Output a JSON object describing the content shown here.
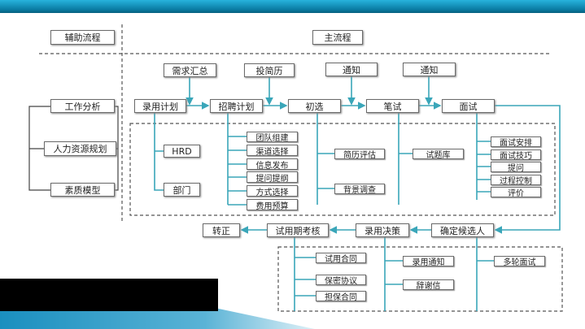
{
  "sections": {
    "aux": "辅助流程",
    "main": "主流程"
  },
  "aux_items": [
    "工作分析",
    "人力资源规划",
    "素质模型"
  ],
  "inputs": [
    "需求汇总",
    "投简历",
    "通知",
    "通知"
  ],
  "main_steps": [
    "录用计划",
    "招聘计划",
    "初选",
    "笔试",
    "面试"
  ],
  "plan_sub": [
    "HRD",
    "部门"
  ],
  "recruit_sub": [
    "团队组建",
    "渠道选择",
    "信息发布",
    "提问提纲",
    "方式选择",
    "费用预算"
  ],
  "screen_sub": [
    "简历评估",
    "背景调查"
  ],
  "exam_sub": [
    "试题库"
  ],
  "interview_sub": [
    "面试安排",
    "面试技巧",
    "提问",
    "过程控制",
    "评价"
  ],
  "bottom_steps": [
    "转正",
    "试用期考核",
    "录用决策",
    "确定候选人"
  ],
  "probation_sub": [
    "试用合同",
    "保密协议",
    "担保合同"
  ],
  "decision_sub": [
    "录用通知",
    "辞谢信"
  ],
  "candidate_sub": [
    "多轮面试"
  ],
  "colors": {
    "line": "#3aa6b9",
    "header": "#0b7ea6"
  }
}
